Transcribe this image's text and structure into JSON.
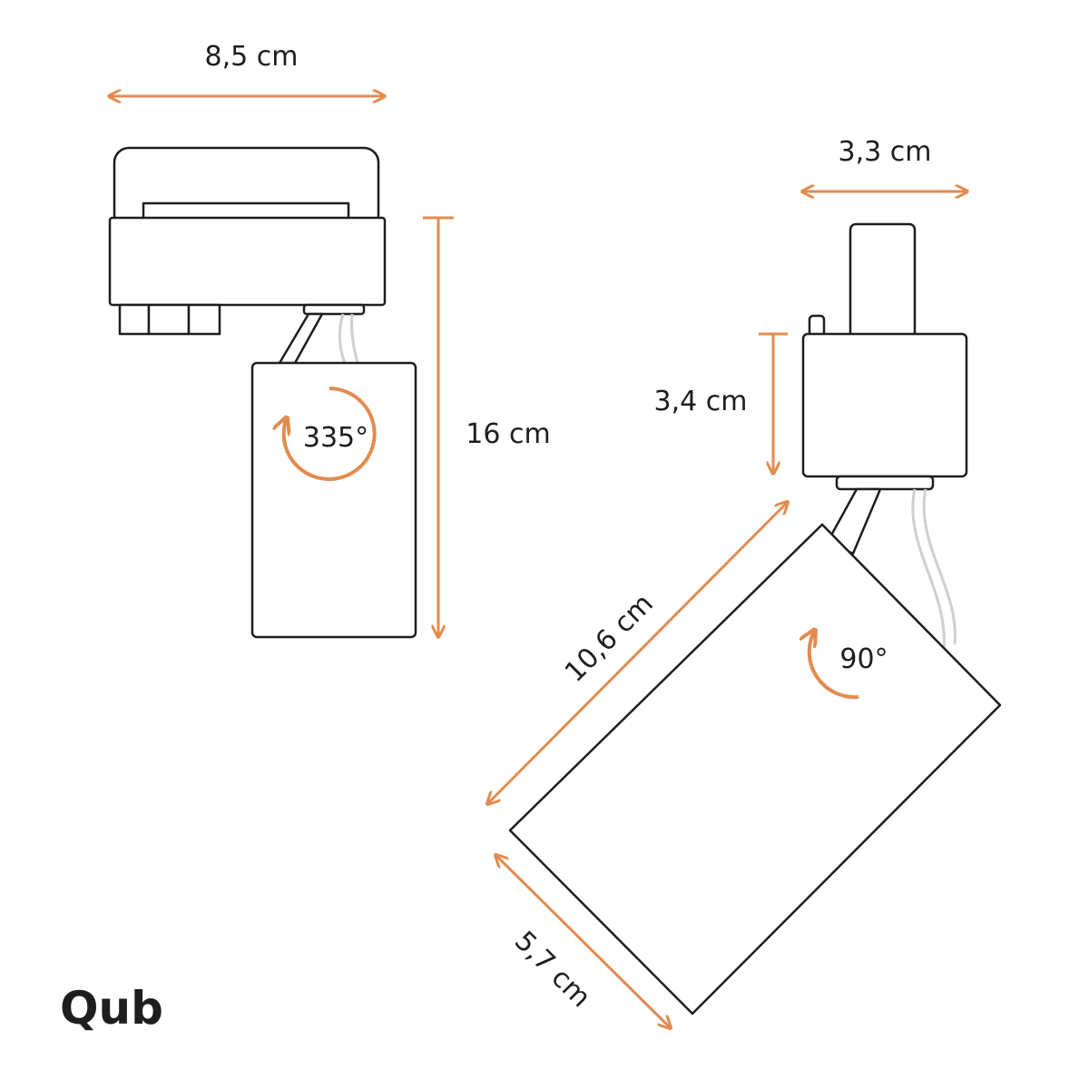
{
  "colors": {
    "accent": "#e38b4f",
    "outline": "#1e1e1e",
    "wire": "#cfcfcf",
    "background": "#ffffff"
  },
  "dimensions": {
    "adapter_width": "8,5 cm",
    "total_height": "16 cm",
    "head_width": "3,3 cm",
    "head_height": "3,4 cm",
    "spot_length": "10,6 cm",
    "spot_diameter": "5,7 cm"
  },
  "rotations": {
    "horizontal": "335°",
    "tilt": "90°"
  },
  "brand": {
    "logo": "Qub"
  }
}
